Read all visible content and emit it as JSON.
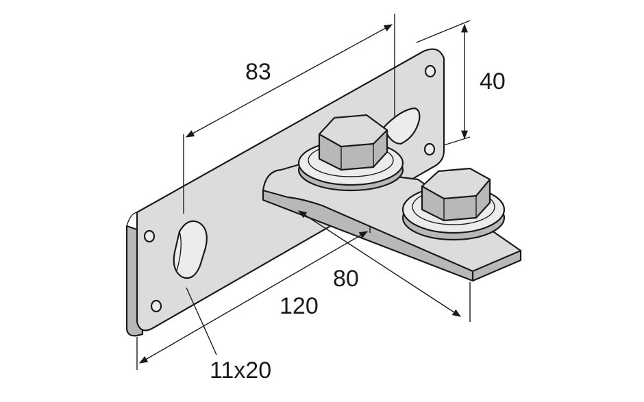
{
  "diagram": {
    "dimensions": {
      "length_83": "83",
      "height_40": "40",
      "length_80": "80",
      "length_120": "120",
      "slot_size": "11x20"
    },
    "colors": {
      "ink": "#1a1a1a",
      "plate": "#dcdcdc",
      "background": "#ffffff"
    }
  }
}
